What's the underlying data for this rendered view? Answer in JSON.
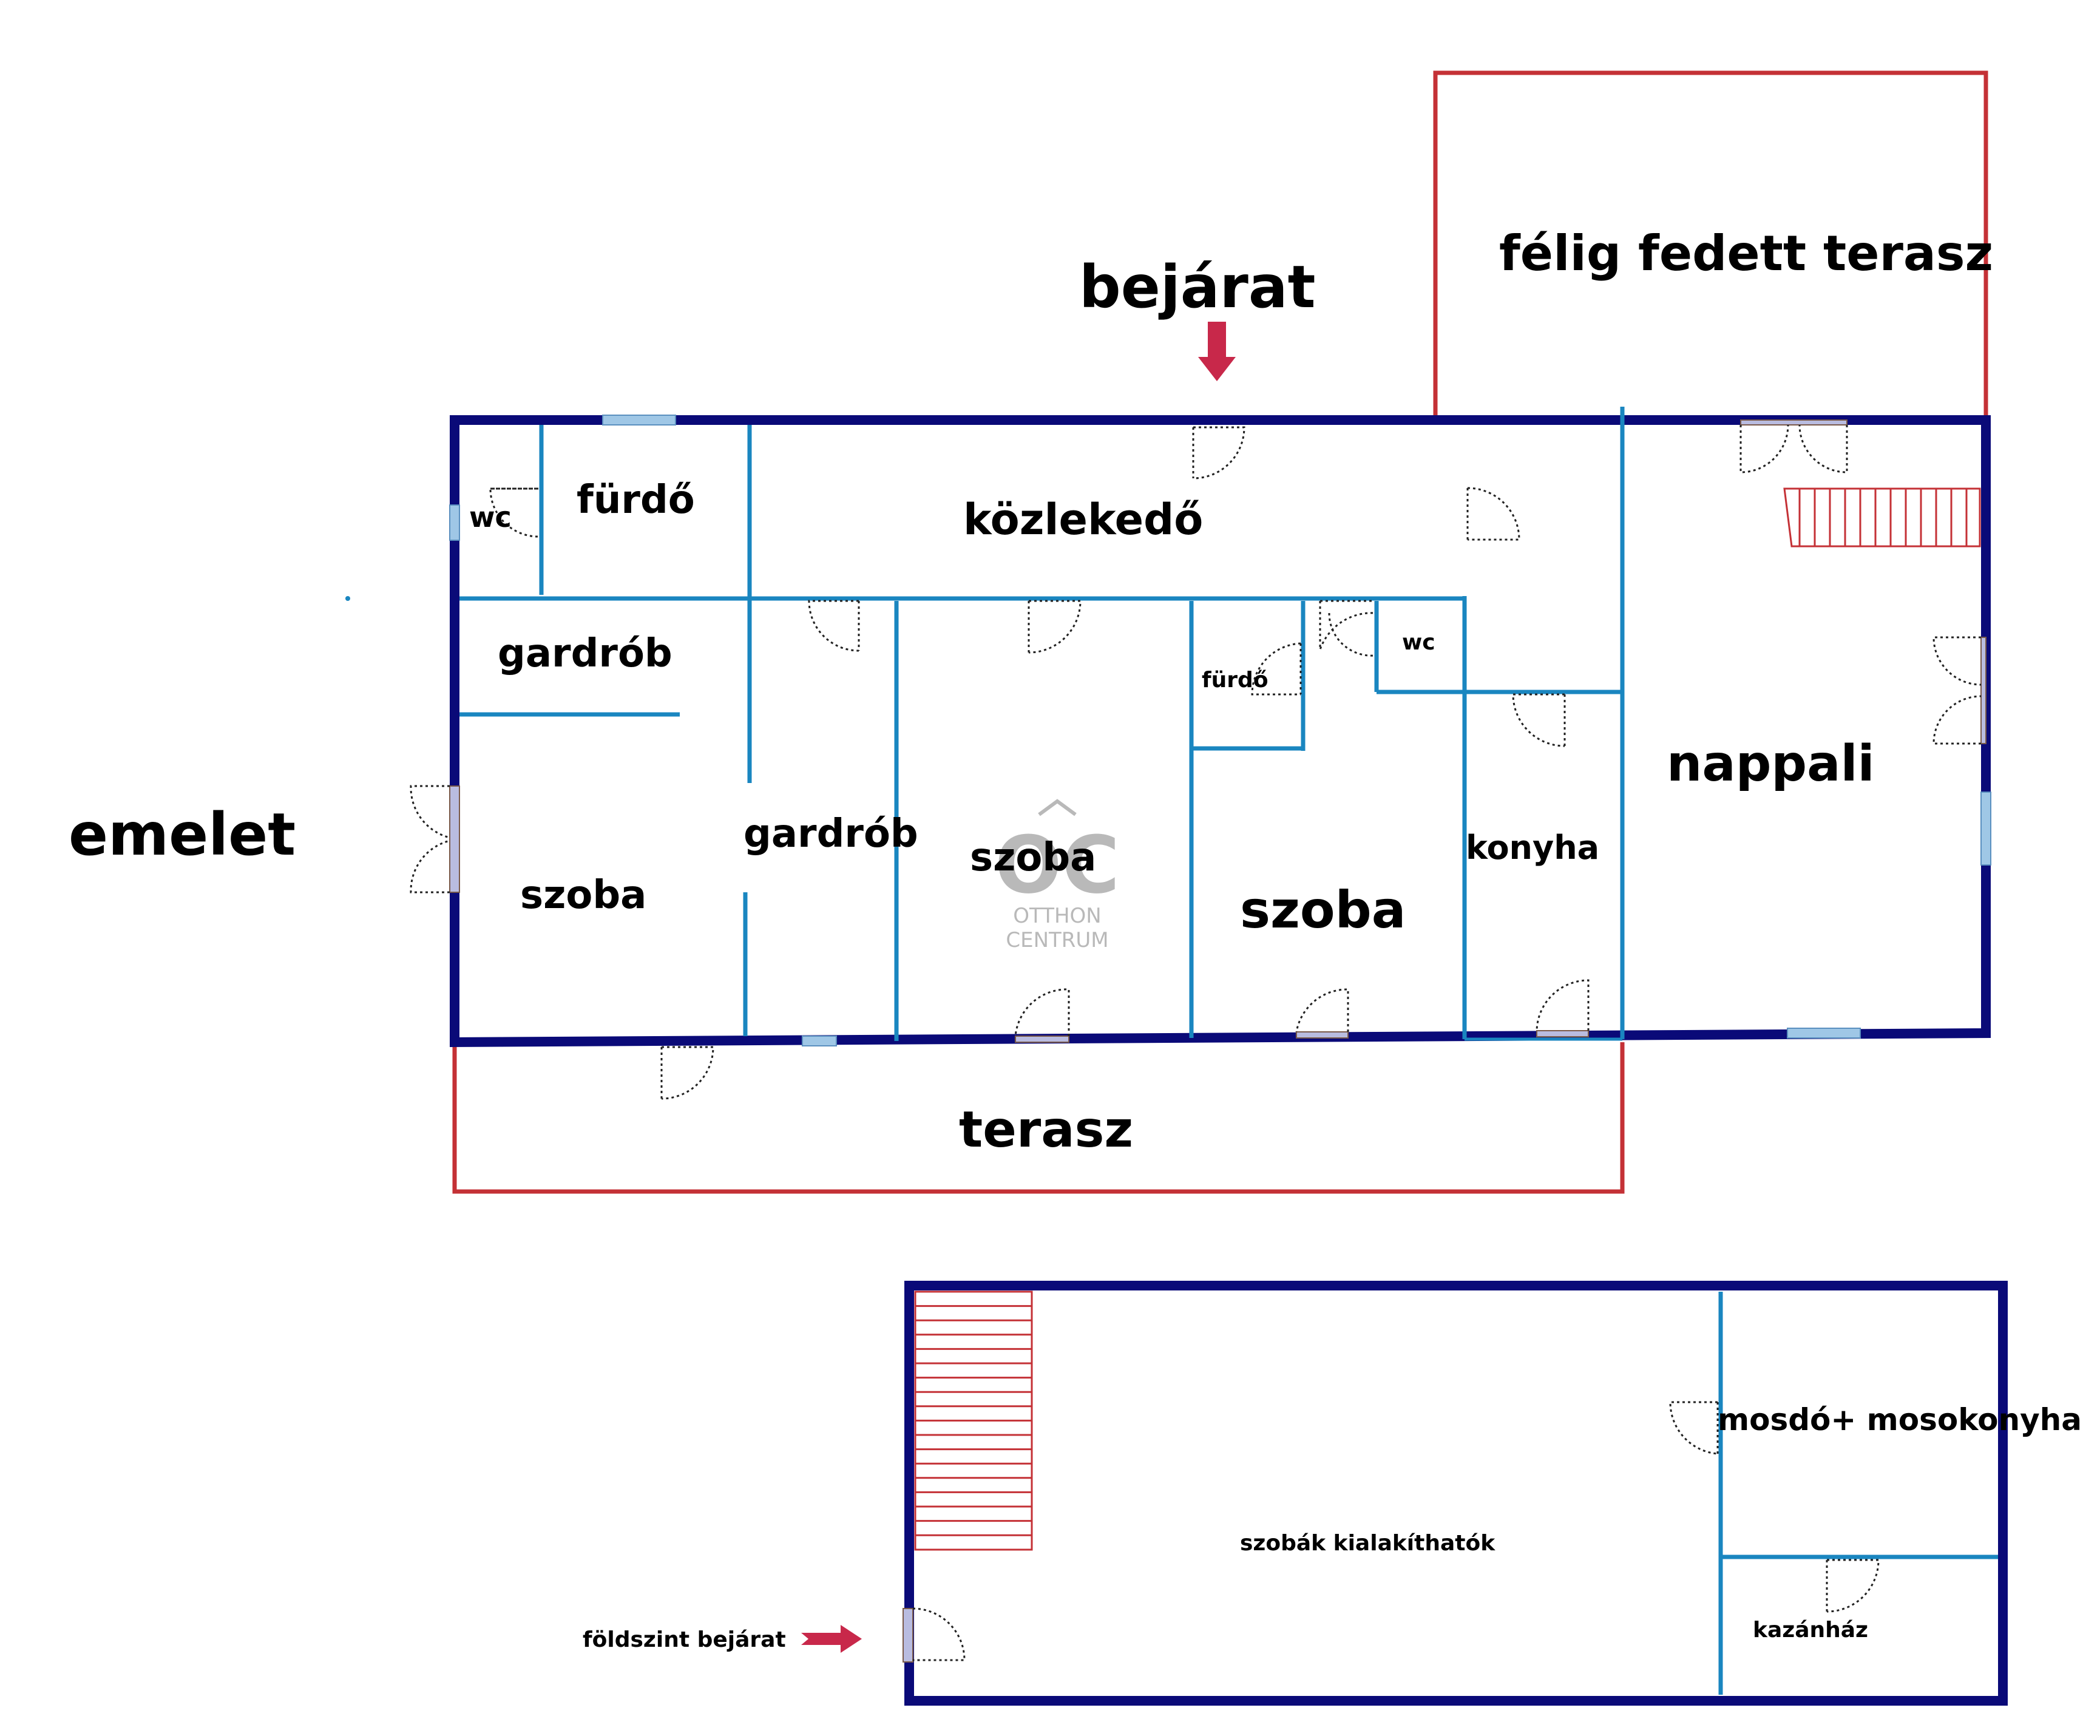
{
  "colors": {
    "outer_wall": "#0a0a78",
    "inner_wall": "#1a86c0",
    "terrace": "#c43136",
    "arrow": "#c8284a",
    "watermark": "#b9b9b9"
  },
  "labels": {
    "emelet": "emelet",
    "bejarat": "bejárat",
    "felig_fedett_terasz": "félig fedett terasz",
    "wc_1": "wc",
    "furdo_1": "fürdő",
    "kozlekedo": "közlekedő",
    "gardrob_1": "gardrób",
    "gardrob_2": "gardrób",
    "szoba_1": "szoba",
    "szoba_2": "szoba",
    "szoba_3": "szoba",
    "furdo_2": "fürdő",
    "wc_2": "wc",
    "konyha": "konyha",
    "nappali": "nappali",
    "terasz": "terasz",
    "mosdo": "mosdó+ mosokonyha",
    "szobak": "szobák kialakíthatók",
    "kazanhaz": "kazánház",
    "foldszint_bejarat": "földszint bejárat"
  },
  "watermark": {
    "logo_mark": "OC",
    "line1": "OTTHON",
    "line2": "CENTRUM"
  },
  "icons": {
    "entrance_arrow": "arrow-down-icon",
    "ground_arrow": "arrow-right-icon",
    "logo": "otthon-centrum-logo"
  }
}
